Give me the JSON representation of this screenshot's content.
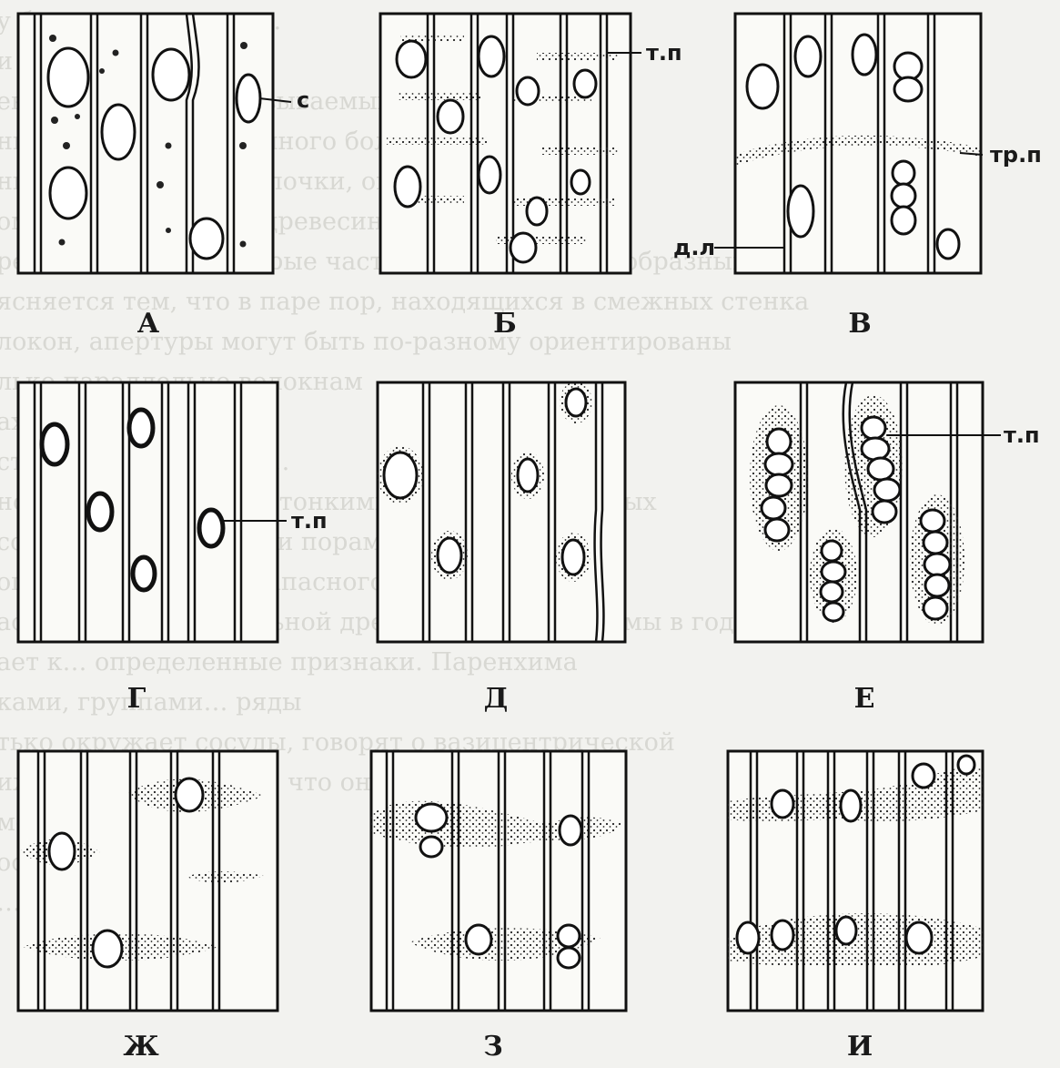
{
  "background_text": [
    "у б… участки слиты…",
    "и древесины",
    "евесных волокон, называемых либриформом",
    "ными со… стенки… много больше",
    "ные, а… толстые оболочки, они не…",
    "ом направлении с… древесинных волокон",
    "ревесные поры, которые часто выглядят крестообразными (рис",
    "ясняется тем, что в паре пор, находящихся в смежных стенка",
    "локон, апертуры могут быть по-разному ориентированы",
    "лько параллельно волокнам",
    "ах стенки",
    "стенки… паренхимы…",
    "ной оболочкой более тонкими, чем у древесинных",
    "сообщаются простыми порами, а также нашла",
    "ого содержимого и запасного крахмала",
    "асположение продольной древесинной паренхимы в годичн",
    "ает к… определенные признаки. Паренхима",
    "ками, группами… ряды",
    "тько окружает сосуды, говорят о вазицентрической",
    "иже… крыловидная… что она",
    "ме… выходы",
    "осу на… [1…]",
    "…"
  ],
  "panels": [
    {
      "letter": "А",
      "label": "с"
    },
    {
      "letter": "Б",
      "label": "т.п"
    },
    {
      "letter": "В",
      "label_top": "тр.п",
      "label_bottom": "д.л"
    },
    {
      "letter": "Г",
      "label": "т.п"
    },
    {
      "letter": "Д"
    },
    {
      "letter": "Е",
      "label": "т.п"
    },
    {
      "letter": "Ж"
    },
    {
      "letter": "З"
    },
    {
      "letter": "И"
    }
  ]
}
